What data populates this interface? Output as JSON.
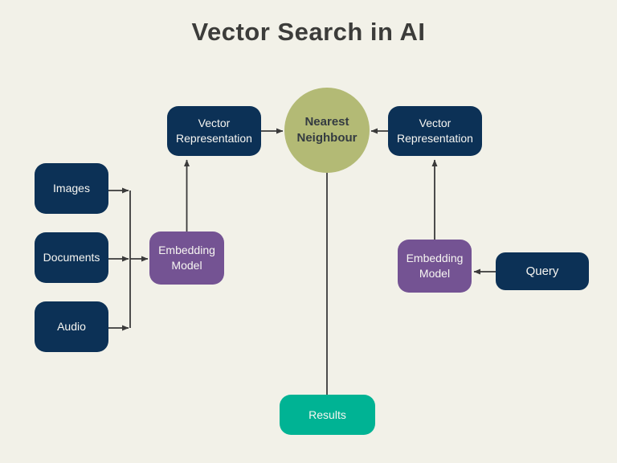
{
  "title": "Vector Search in AI",
  "colors": {
    "background": "#f2f1e8",
    "navy": "#0c3156",
    "purple": "#745393",
    "olive": "#b3ba75",
    "teal": "#00b394",
    "arrow": "#3a3a3a",
    "title-text": "#3c3c3a",
    "node-text": "#f7f6f2",
    "circle-text": "#343b41"
  },
  "nodes": {
    "images": {
      "label": "Images"
    },
    "documents": {
      "label": "Documents"
    },
    "audio": {
      "label": "Audio"
    },
    "embedding_model_left": {
      "label": "Embedding Model"
    },
    "vector_representation_left": {
      "label": "Vector Representation"
    },
    "nearest_neighbour": {
      "label": "Nearest Neighbour"
    },
    "vector_representation_right": {
      "label": "Vector Representation"
    },
    "embedding_model_right": {
      "label": "Embedding Model"
    },
    "query": {
      "label": "Query"
    },
    "results": {
      "label": "Results"
    }
  }
}
